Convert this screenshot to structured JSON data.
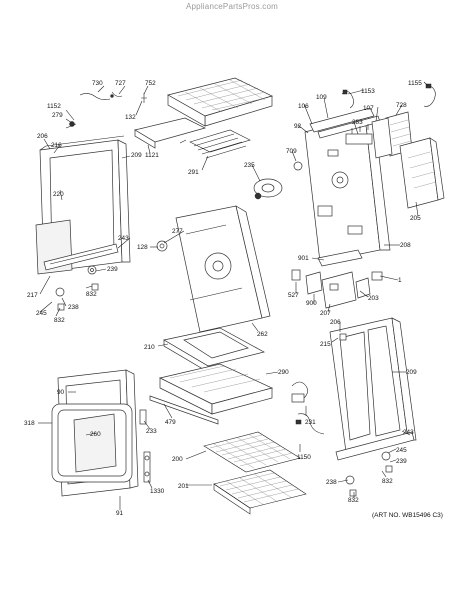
{
  "watermark": "AppliancePartsPros.com",
  "art_number": "(ART NO. WB15496 C3)",
  "part_labels": [
    {
      "id": "l730",
      "text": "730"
    },
    {
      "id": "l727",
      "text": "727"
    },
    {
      "id": "l752",
      "text": "752"
    },
    {
      "id": "l132",
      "text": "132"
    },
    {
      "id": "l1152",
      "text": "1152"
    },
    {
      "id": "l279",
      "text": "279"
    },
    {
      "id": "l206a",
      "text": "206"
    },
    {
      "id": "l216",
      "text": "216"
    },
    {
      "id": "l209a",
      "text": "209"
    },
    {
      "id": "l1121",
      "text": "1121"
    },
    {
      "id": "l291",
      "text": "291"
    },
    {
      "id": "l220",
      "text": "220"
    },
    {
      "id": "l243a",
      "text": "243"
    },
    {
      "id": "l239a",
      "text": "239"
    },
    {
      "id": "l832a",
      "text": "832"
    },
    {
      "id": "l217",
      "text": "217"
    },
    {
      "id": "l238a",
      "text": "238"
    },
    {
      "id": "l245a",
      "text": "245"
    },
    {
      "id": "l832b",
      "text": "832"
    },
    {
      "id": "l1153",
      "text": "1153"
    },
    {
      "id": "l1155",
      "text": "1155"
    },
    {
      "id": "l109",
      "text": "109"
    },
    {
      "id": "l106",
      "text": "106"
    },
    {
      "id": "l107",
      "text": "107"
    },
    {
      "id": "l728",
      "text": "728"
    },
    {
      "id": "l283",
      "text": "283"
    },
    {
      "id": "l92",
      "text": "92"
    },
    {
      "id": "l709",
      "text": "709"
    },
    {
      "id": "l235",
      "text": "235"
    },
    {
      "id": "l205",
      "text": "205"
    },
    {
      "id": "l277",
      "text": "277"
    },
    {
      "id": "l128",
      "text": "128"
    },
    {
      "id": "l208",
      "text": "208"
    },
    {
      "id": "l901",
      "text": "901"
    },
    {
      "id": "l527",
      "text": "527"
    },
    {
      "id": "l900",
      "text": "900"
    },
    {
      "id": "l1",
      "text": "1"
    },
    {
      "id": "l203",
      "text": "203"
    },
    {
      "id": "l207",
      "text": "207"
    },
    {
      "id": "l262",
      "text": "262"
    },
    {
      "id": "l206b",
      "text": "206"
    },
    {
      "id": "l215",
      "text": "215"
    },
    {
      "id": "l210",
      "text": "210"
    },
    {
      "id": "l290",
      "text": "290"
    },
    {
      "id": "l209b",
      "text": "209"
    },
    {
      "id": "l90",
      "text": "90"
    },
    {
      "id": "l318",
      "text": "318"
    },
    {
      "id": "l260",
      "text": "260"
    },
    {
      "id": "l479",
      "text": "479"
    },
    {
      "id": "l233",
      "text": "233"
    },
    {
      "id": "l231",
      "text": "231"
    },
    {
      "id": "l243b",
      "text": "243"
    },
    {
      "id": "l200",
      "text": "200"
    },
    {
      "id": "l1150",
      "text": "1150"
    },
    {
      "id": "l245b",
      "text": "245"
    },
    {
      "id": "l239b",
      "text": "239"
    },
    {
      "id": "l832c",
      "text": "832"
    },
    {
      "id": "l238b",
      "text": "238"
    },
    {
      "id": "l832d",
      "text": "832"
    },
    {
      "id": "l201",
      "text": "201"
    },
    {
      "id": "l1330",
      "text": "1330"
    },
    {
      "id": "l91",
      "text": "91"
    }
  ]
}
